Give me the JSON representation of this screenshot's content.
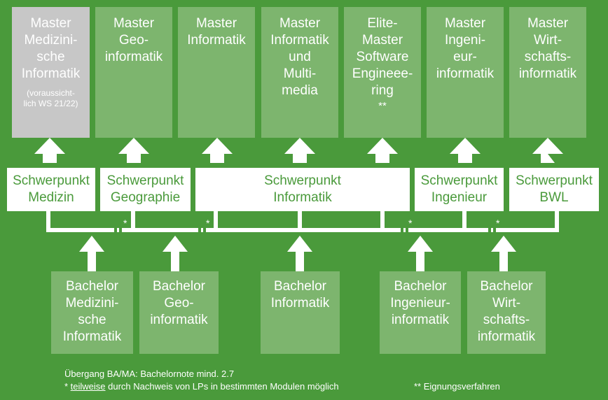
{
  "colors": {
    "background": "#4a9a3b",
    "box": "#7db56e",
    "gray_box": "#c7c7c7",
    "white": "#ffffff"
  },
  "masters": [
    {
      "lines": [
        "Master",
        "Medizini-",
        "sche",
        "Informatik"
      ],
      "note": [
        "(voraussicht-",
        "lich WS 21/22)"
      ]
    },
    {
      "lines": [
        "Master",
        "Geo-",
        "informatik"
      ]
    },
    {
      "lines": [
        "Master",
        "Informatik"
      ]
    },
    {
      "lines": [
        "Master",
        "Informatik",
        "und",
        "Multi-",
        "media"
      ]
    },
    {
      "lines": [
        "Elite-",
        "Master",
        "Software",
        "Engineee-",
        "ring"
      ],
      "stars": "**"
    },
    {
      "lines": [
        "Master",
        "Ingeni-",
        "eur-",
        "informatik"
      ]
    },
    {
      "lines": [
        "Master",
        "Wirt-",
        "schafts-",
        "informatik"
      ]
    }
  ],
  "schwerpunkte": [
    {
      "lines": [
        "Schwerpunkt",
        "Medizin"
      ]
    },
    {
      "lines": [
        "Schwerpunkt",
        "Geographie"
      ]
    },
    {
      "lines": [
        "Schwerpunkt",
        "Informatik"
      ]
    },
    {
      "lines": [
        "Schwerpunkt",
        "Ingenieur"
      ]
    },
    {
      "lines": [
        "Schwerpunkt",
        "BWL"
      ]
    }
  ],
  "bachelors": [
    {
      "lines": [
        "Bachelor",
        "Medizini-",
        "sche",
        "Informatik"
      ]
    },
    {
      "lines": [
        "Bachelor",
        "Geo-",
        "informatik"
      ]
    },
    {
      "lines": [
        "Bachelor",
        "Informatik"
      ]
    },
    {
      "lines": [
        "Bachelor",
        "Ingenieur-",
        "informatik"
      ]
    },
    {
      "lines": [
        "Bachelor",
        "Wirt-",
        "schafts-",
        "informatik"
      ]
    }
  ],
  "bus_stars": [
    "*",
    "*",
    "*",
    "*"
  ],
  "footer": {
    "line1": "Übergang BA/MA: Bachelornote mind. 2.7",
    "line2_star": "* ",
    "line2_underlined": "teilweise",
    "line2_rest": " durch Nachweis von LPs in bestimmten Modulen möglich",
    "line2_right": "** Eignungsverfahren"
  }
}
